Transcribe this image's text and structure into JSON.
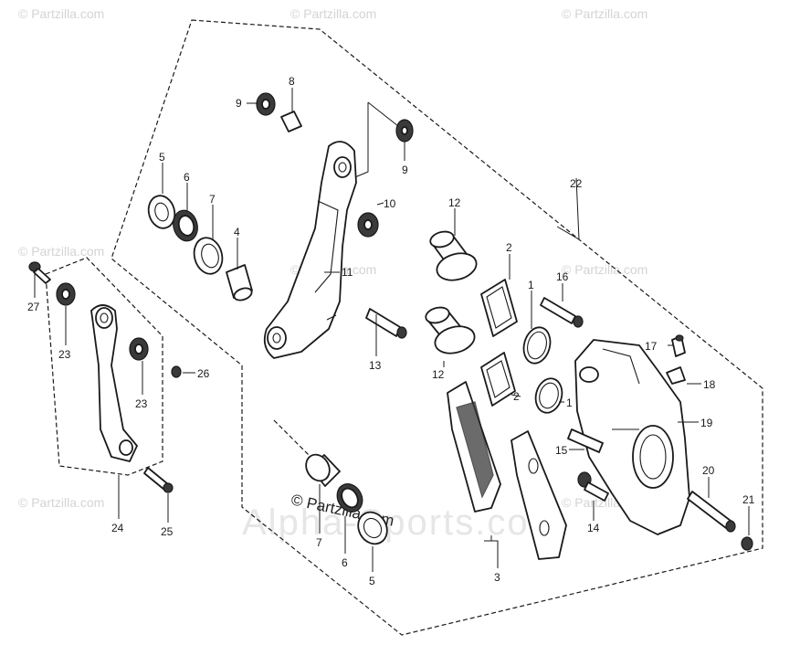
{
  "watermarks": {
    "small": "© Partzilla.com",
    "center": "© Partzilla.com",
    "big": "Alpha-Sports.com"
  },
  "labels": {
    "p1a": "1",
    "p1b": "1",
    "p2a": "2",
    "p2b": "2",
    "p3": "3",
    "p4": "4",
    "p5a": "5",
    "p5b": "5",
    "p6a": "6",
    "p6b": "6",
    "p7a": "7",
    "p7b": "7",
    "p8": "8",
    "p9a": "9",
    "p9b": "9",
    "p10": "10",
    "p11": "11",
    "p12a": "12",
    "p12b": "12",
    "p13": "13",
    "p14": "14",
    "p15": "15",
    "p16": "16",
    "p17": "17",
    "p18": "18",
    "p19": "19",
    "p20": "20",
    "p21": "21",
    "p22": "22",
    "p23a": "23",
    "p23b": "23",
    "p24": "24",
    "p25": "25",
    "p26": "26",
    "p27": "27"
  }
}
